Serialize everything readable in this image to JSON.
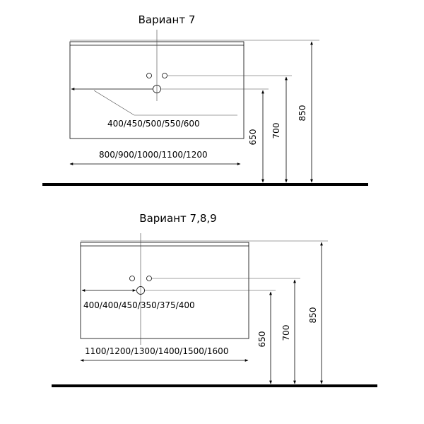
{
  "variant_a": {
    "title": "Вариант 7",
    "depth_label": "400/450/500/550/600",
    "width_label": "800/900/1000/1100/1200",
    "h_650": "650",
    "h_700": "700",
    "h_850": "850"
  },
  "variant_b": {
    "title": "Вариант 7,8,9",
    "depth_label": "400/400/450/350/375/400",
    "width_label": "1100/1200/1300/1400/1500/1600",
    "h_650": "650",
    "h_700": "700",
    "h_850": "850"
  }
}
